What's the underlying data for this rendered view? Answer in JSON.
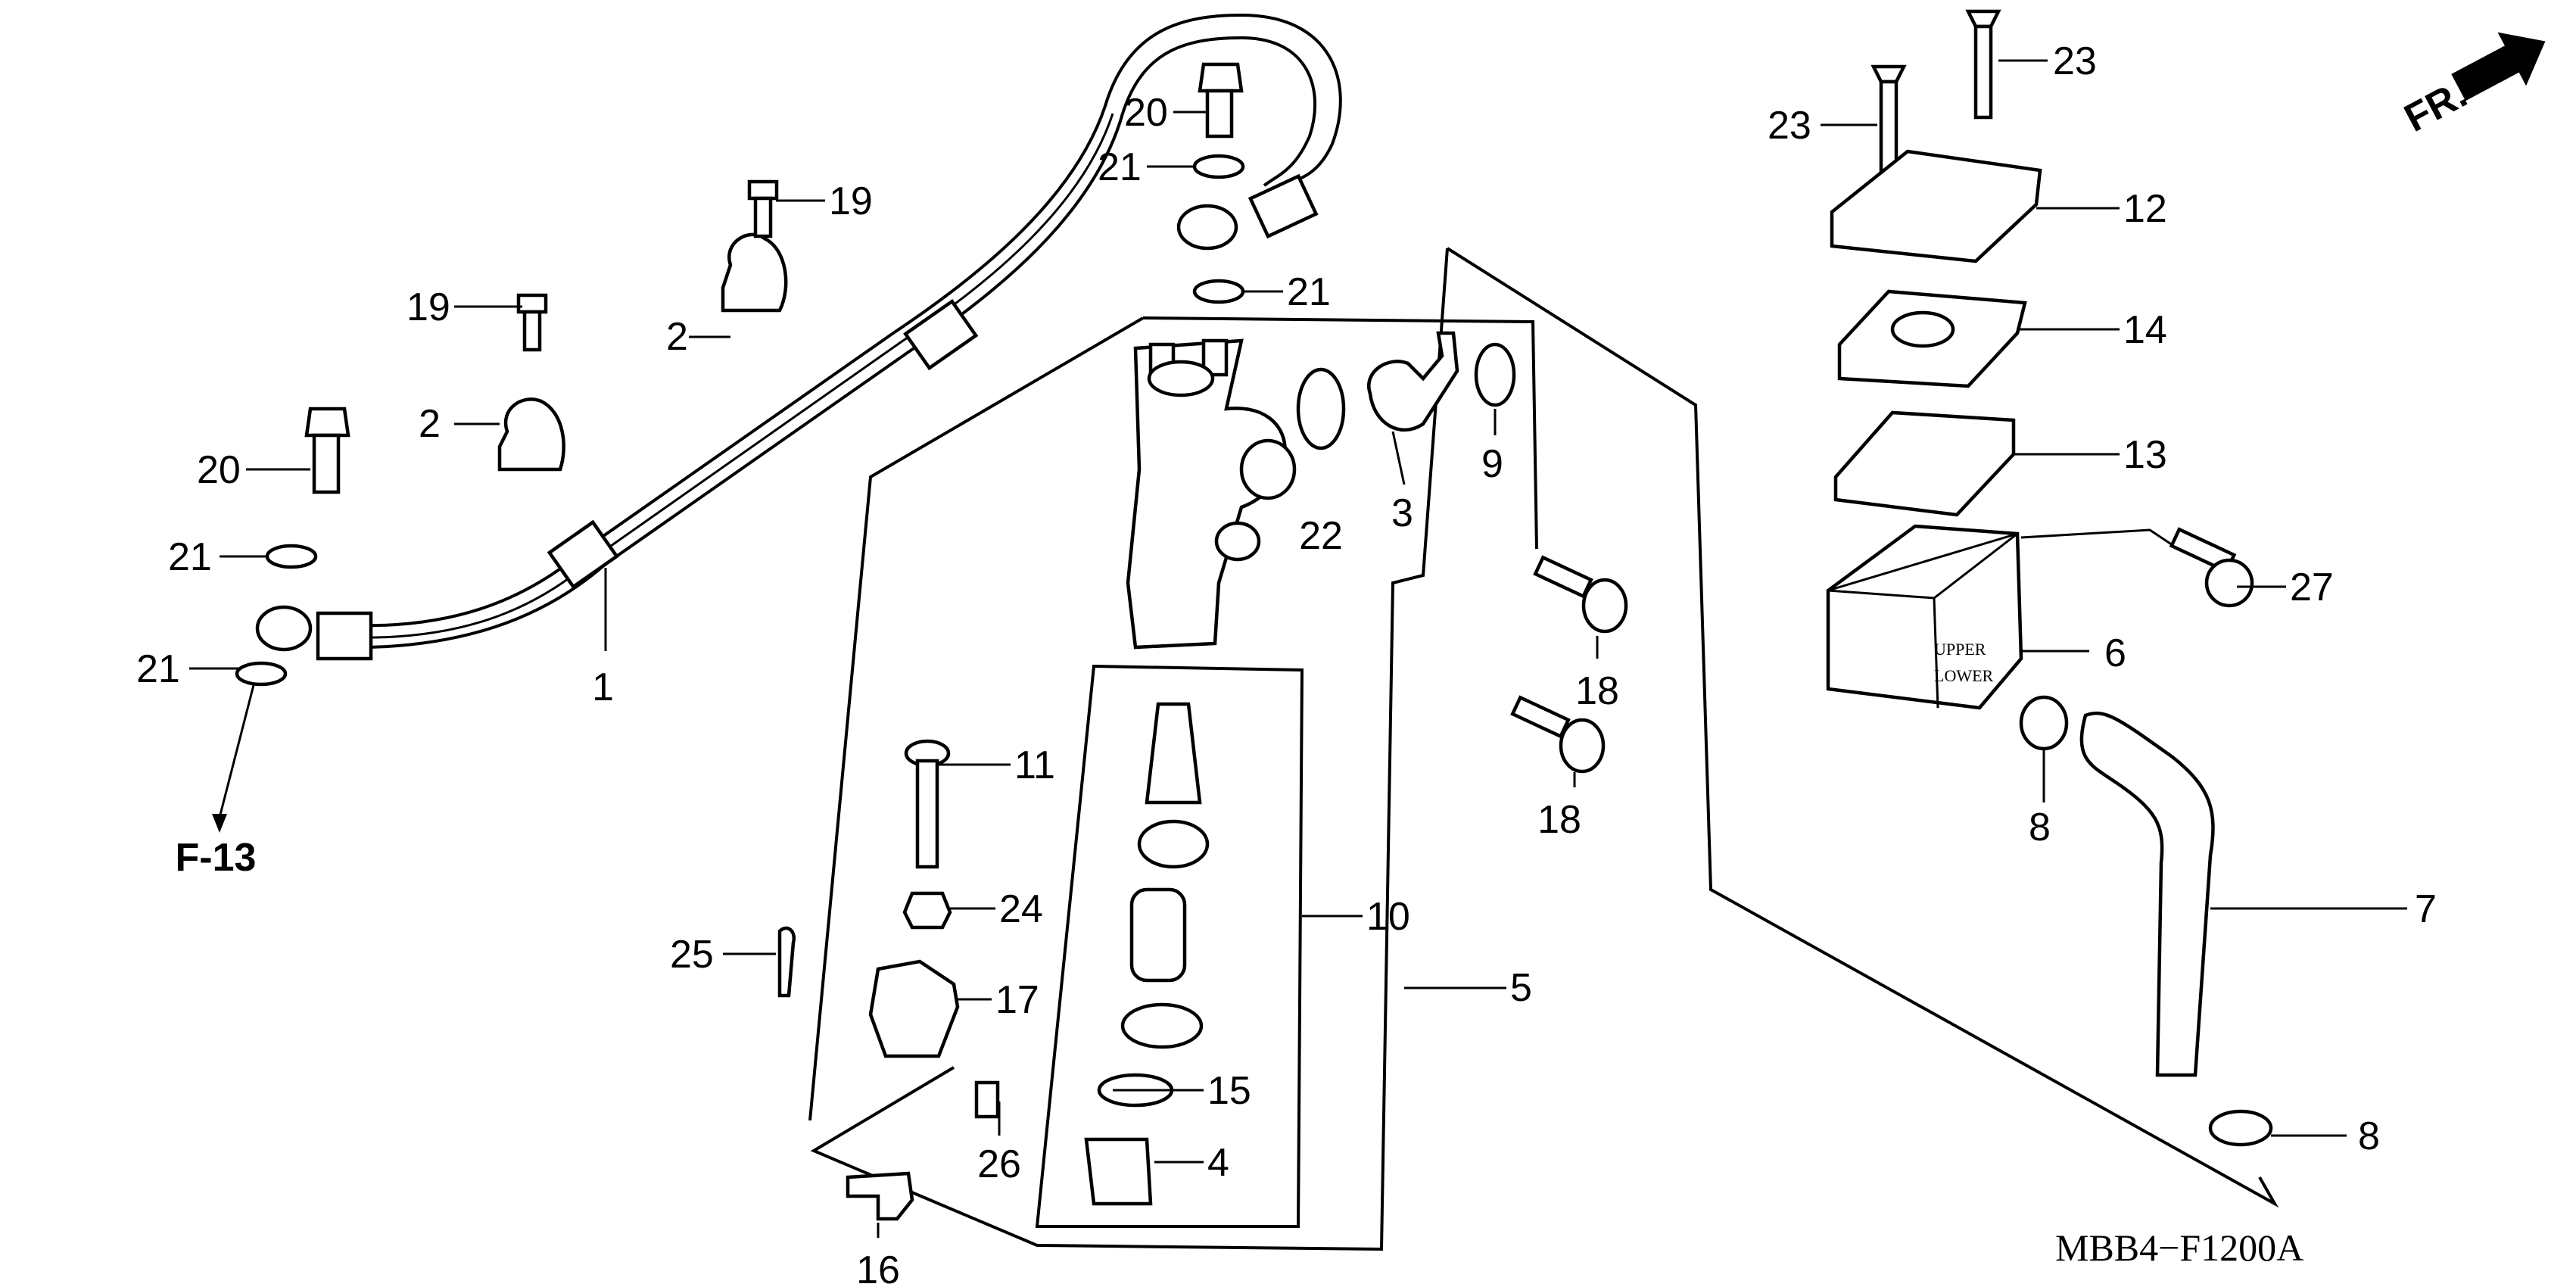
{
  "labels": {
    "p1": "1",
    "p2a": "2",
    "p2b": "2",
    "p3": "3",
    "p4": "4",
    "p5": "5",
    "p6": "6",
    "p7": "7",
    "p8a": "8",
    "p8b": "8",
    "p9": "9",
    "p10": "10",
    "p11": "11",
    "p12": "12",
    "p13": "13",
    "p14": "14",
    "p15": "15",
    "p16": "16",
    "p17": "17",
    "p18a": "18",
    "p18b": "18",
    "p19a": "19",
    "p19b": "19",
    "p20a": "20",
    "p20b": "20",
    "p21a": "21",
    "p21b": "21",
    "p21c": "21",
    "p21d": "21",
    "p22": "22",
    "p23a": "23",
    "p23b": "23",
    "p24": "24",
    "p25": "25",
    "p26": "26",
    "p27": "27"
  },
  "reservoir_marks": {
    "upper": "UPPER",
    "lower": "LOWER"
  },
  "ref": "F-13",
  "front_marker": "FR.",
  "diagram_code": "MBB4−F1200A"
}
